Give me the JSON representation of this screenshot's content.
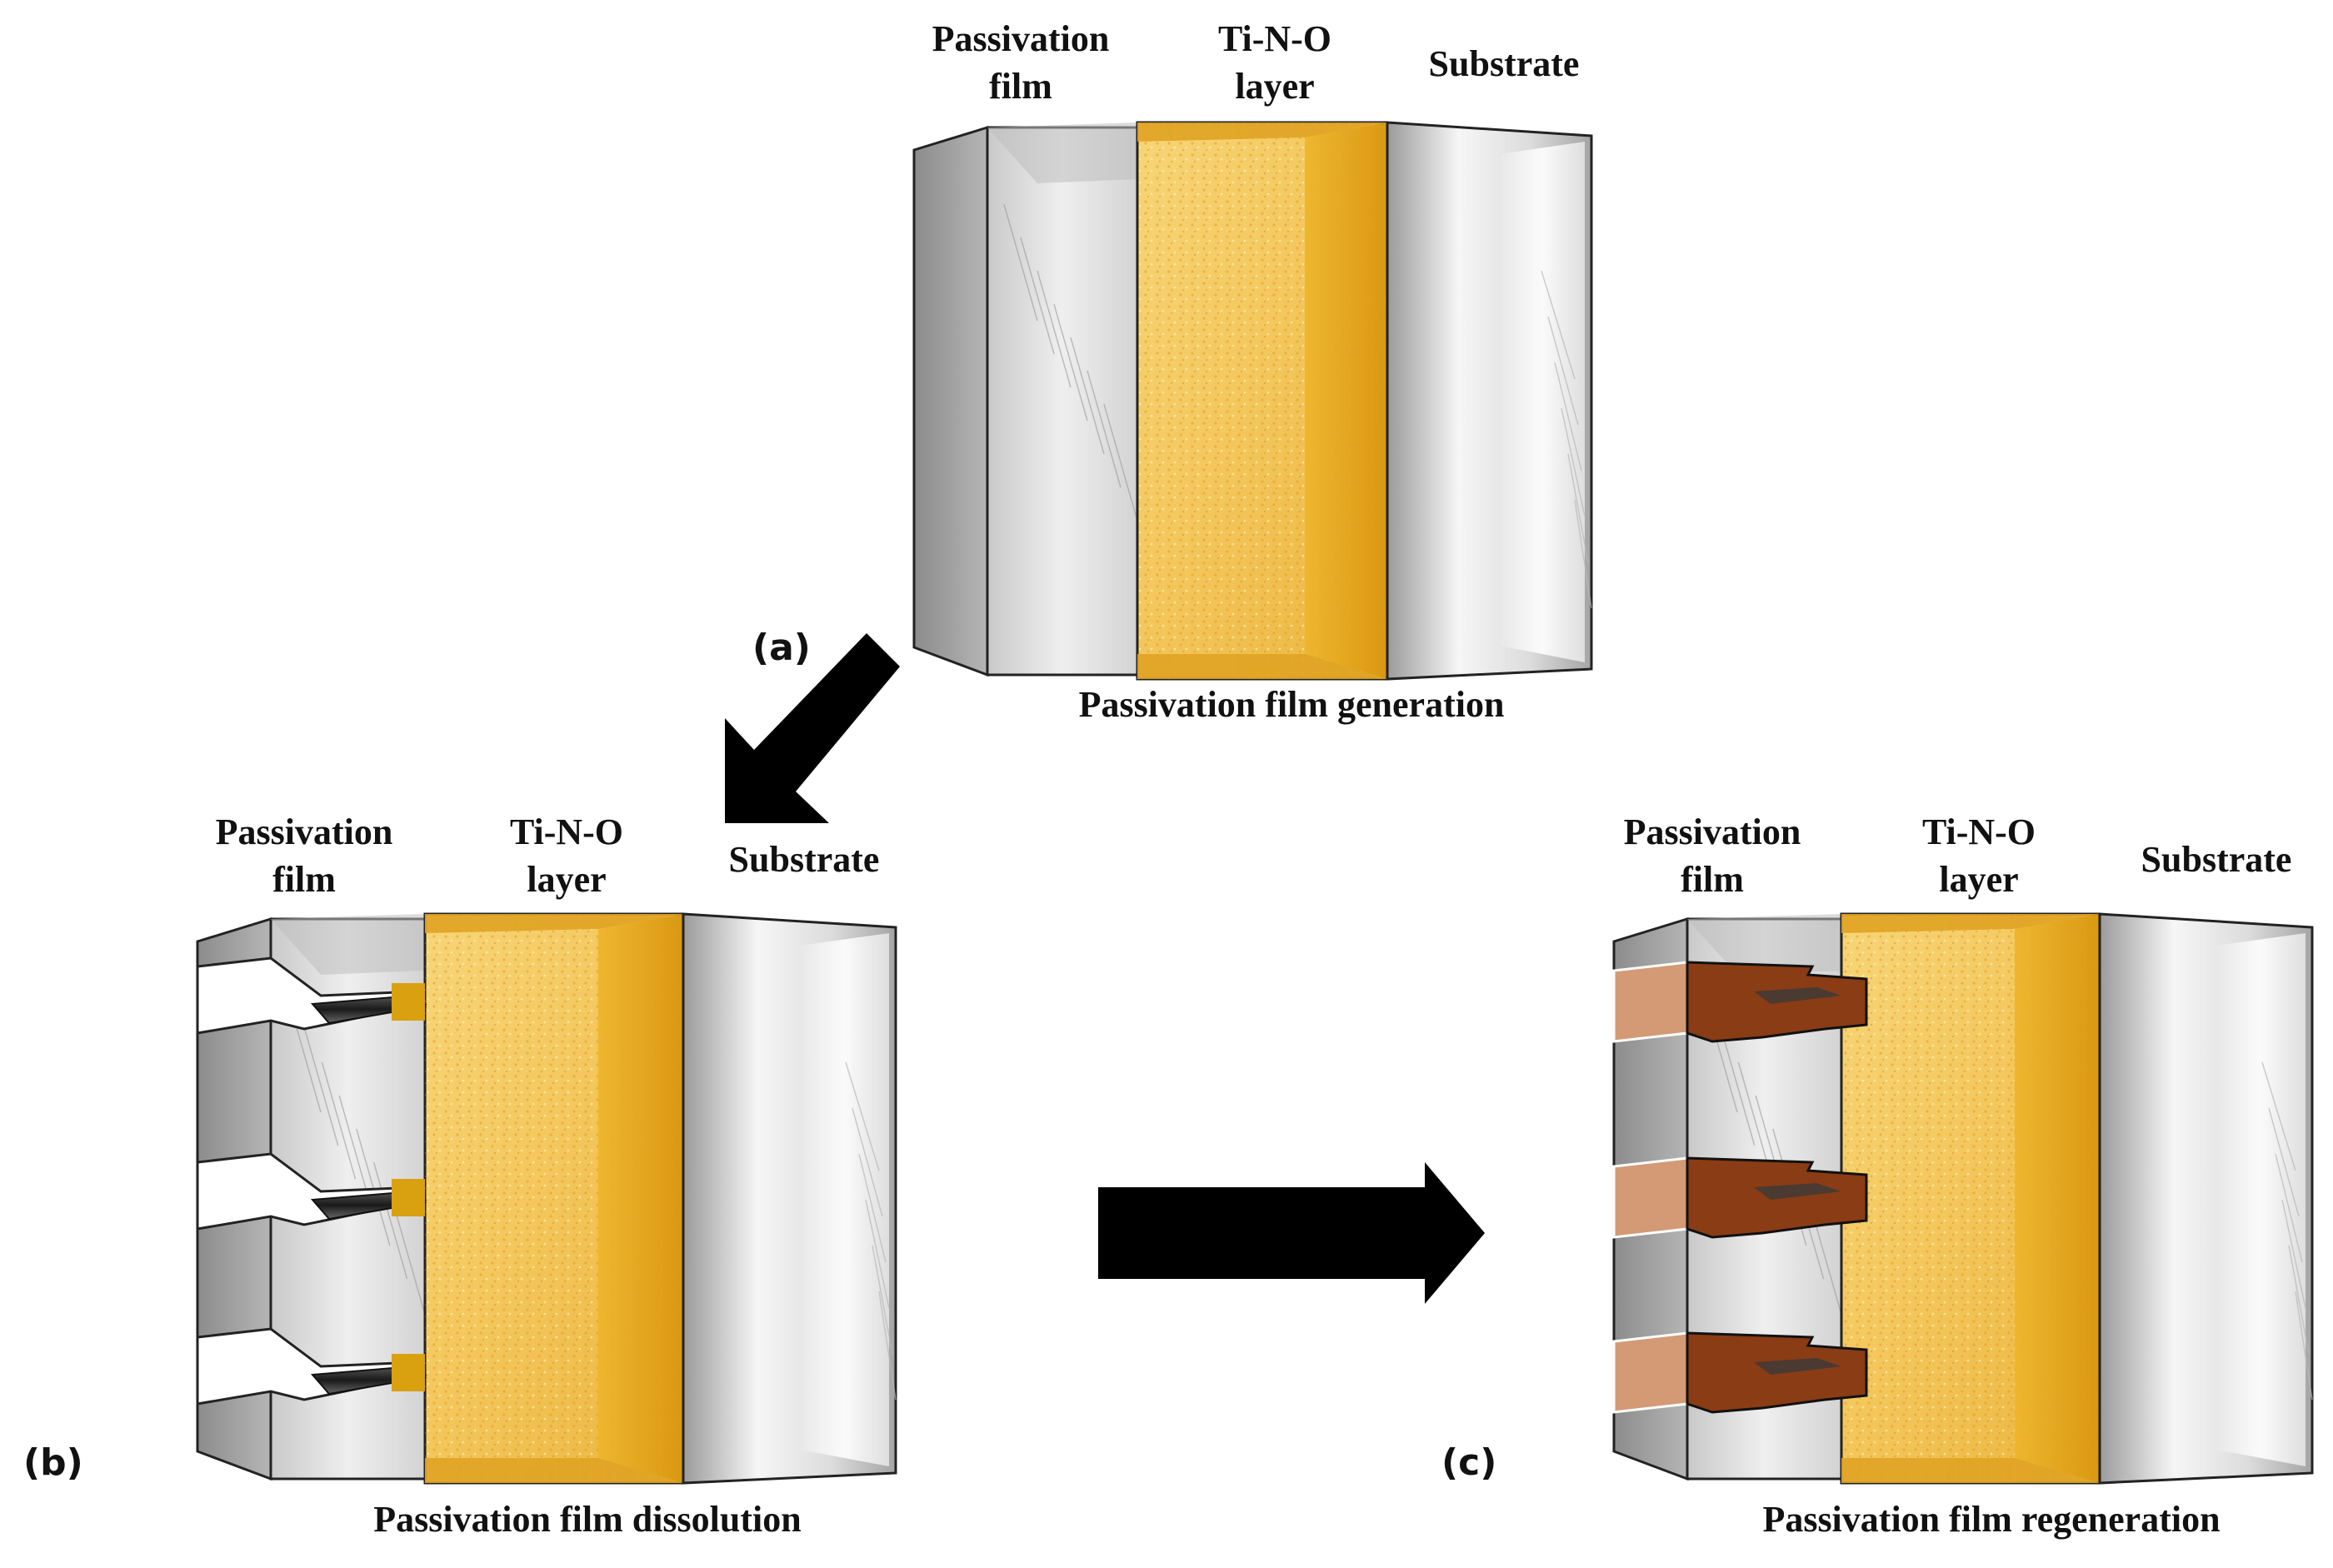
{
  "panels": {
    "a": {
      "tag": "(a)",
      "caption": "Passivation film generation",
      "labels": {
        "film": "Passivation\nfilm",
        "tino": "Ti-N-O\nlayer",
        "substrate": "Substrate"
      }
    },
    "b": {
      "tag": "(b)",
      "caption": "Passivation film dissolution",
      "labels": {
        "film": "Passivation\nfilm",
        "tino": "Ti-N-O\nlayer",
        "substrate": "Substrate"
      }
    },
    "c": {
      "tag": "(c)",
      "caption": "Passivation film regeneration",
      "labels": {
        "film": "Passivation\nfilm",
        "tino": "Ti-N-O\nlayer",
        "substrate": "Substrate"
      }
    }
  },
  "colors": {
    "film": "#d9d9d9",
    "film_side": "#9a9a9a",
    "tino": "#f2c451",
    "tino_dark": "#d9960f",
    "substrate": "#eeeeee",
    "regenerated": "#8a3c14",
    "regenerated_light": "#d49a75",
    "arrow": "#000000"
  }
}
